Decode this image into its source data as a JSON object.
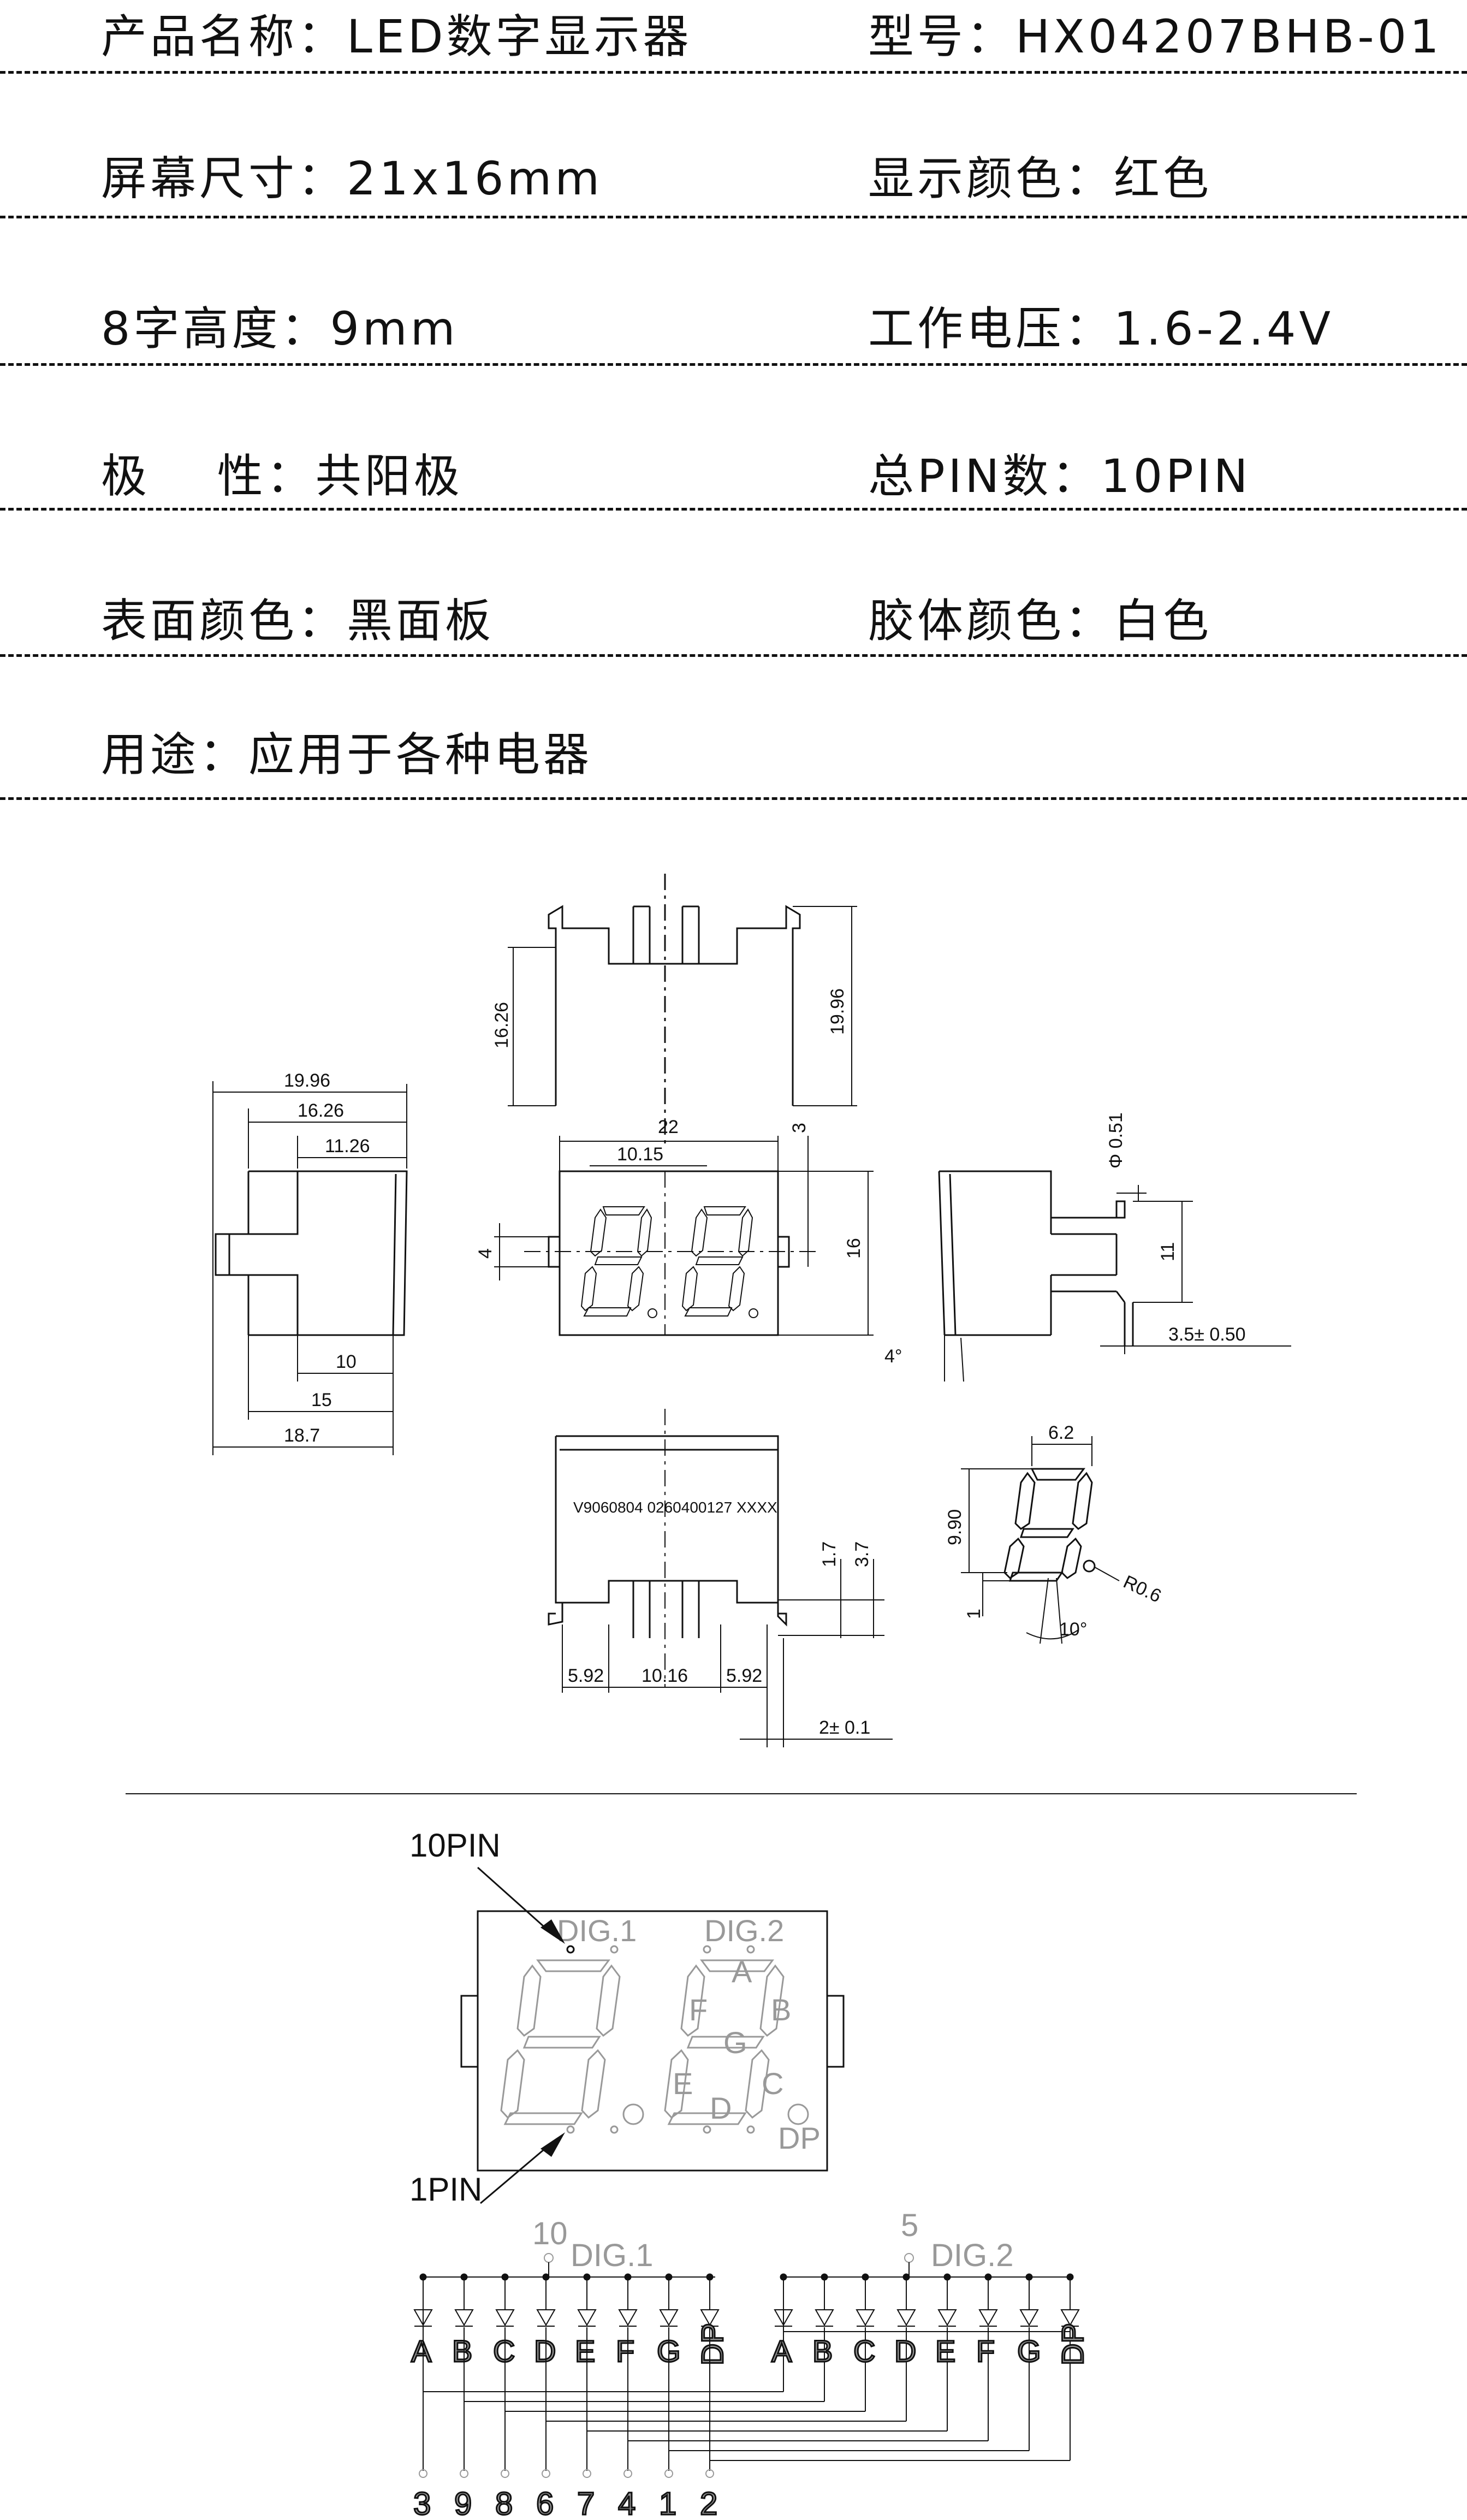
{
  "specs": {
    "product_name": "产品名称：LED数字显示器",
    "model": "型号：HX04207BHB-01",
    "screen_size": "屏幕尺寸：21x16mm",
    "display_color": "显示颜色：红色",
    "digit_height": "8字高度：9mm",
    "voltage": "工作电压：1.6-2.4V",
    "polarity": "极　 性：共阳极",
    "pin_count": "总PIN数：10PIN",
    "surface_color": "表面颜色：黑面板",
    "body_color": "胶体颜色：白色",
    "usage": "用途：应用于各种电器"
  },
  "dimensions": {
    "top_height_left": "16.26",
    "top_height_right": "19.96",
    "side_w1": "19.96",
    "side_w2": "16.26",
    "side_w3": "11.26",
    "side_b1": "10",
    "side_b2": "15",
    "side_b3": "18.7",
    "front_width": "22",
    "front_digit_offset": "10.15",
    "front_top_gap": "3",
    "front_height": "16",
    "front_tab": "4",
    "front_angle": "4°",
    "pin_dia": "Φ 0.51",
    "pin_spacing": "11",
    "pin_length": "3.5±  0.50",
    "bottom_code": "V9060804  0260400127  XXXX",
    "bottom_1_7": "1.7",
    "bottom_3_7": "3.7",
    "bottom_left": "5.92",
    "bottom_mid": "10.16",
    "bottom_right": "5.92",
    "bottom_pin": "2±  0.1",
    "seg_width": "6.2",
    "seg_height": "9.90",
    "seg_r": "R0.6",
    "seg_1": "1",
    "seg_angle": "10°"
  },
  "pinout": {
    "pin10_label": "10PIN",
    "pin1_label": "1PIN",
    "dig1": "DIG.1",
    "dig2": "DIG.2",
    "seg_a": "A",
    "seg_b": "B",
    "seg_c": "C",
    "seg_d": "D",
    "seg_e": "E",
    "seg_f": "F",
    "seg_g": "G",
    "seg_dp": "DP"
  },
  "schematic": {
    "com1_pin": "10",
    "com2_pin": "5",
    "dig1": "DIG.1",
    "dig2": "DIG.2",
    "segments": [
      "A",
      "B",
      "C",
      "D",
      "E",
      "F",
      "G",
      "DP"
    ],
    "bottom_pins": [
      "3",
      "9",
      "8",
      "6",
      "7",
      "4",
      "1",
      "2"
    ]
  }
}
